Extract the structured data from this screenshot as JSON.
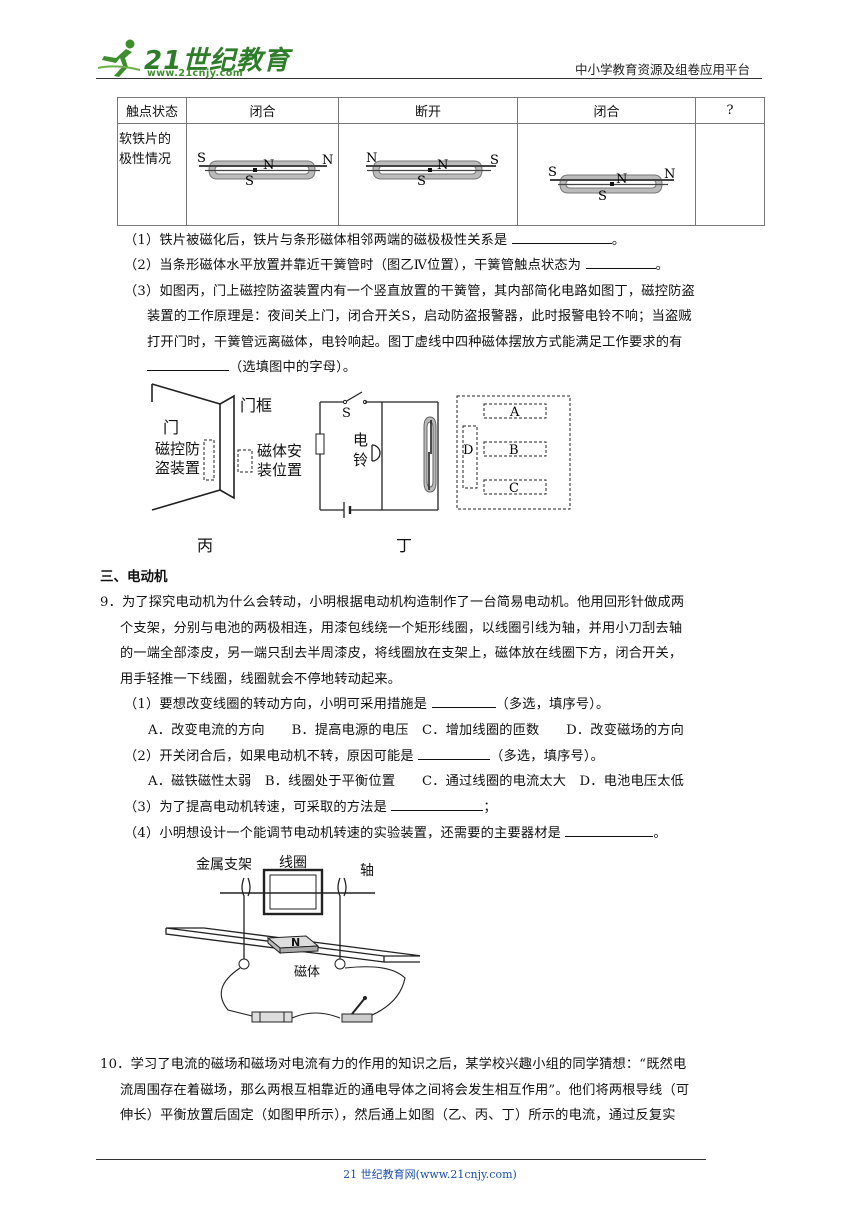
{
  "header": {
    "logo_text": "21世纪教育",
    "logo_url": "www.21cnjy.com",
    "platform": "中小学教育资源及组卷应用平台"
  },
  "table": {
    "row1_label": "触点状态",
    "row1": [
      "闭合",
      "断开",
      "闭合",
      "?"
    ],
    "row2_label_line1": "软铁片的",
    "row2_label_line2": "极性情况",
    "magnets": [
      {
        "left_pole": "S",
        "right_pole": "N",
        "reed_left": "S",
        "reed_right": "N"
      },
      {
        "left_pole": "N",
        "right_pole": "S",
        "reed_left": "S",
        "reed_right": "N"
      },
      {
        "left_pole": "S",
        "right_pole": "N",
        "reed_left": "S",
        "reed_right": "N"
      }
    ]
  },
  "q8": {
    "p1": "（1）铁片被磁化后，铁片与条形磁体相邻两端的磁极极性关系是",
    "p1_end": "。",
    "p2": "（2）当条形磁体水平放置并靠近干簧管时（图乙Ⅳ位置），干簧管触点状态为",
    "p2_end": "。",
    "p3_l1": "（3）如图丙，门上磁控防盗装置内有一个竖直放置的干簧管，其内部简化电路如图丁，磁控防盗",
    "p3_l2": "装置的工作原理是：夜间关上门，闭合开关S，启动防盗报警器，此时报警电铃不响；当盗贼",
    "p3_l3": "打开门时，干簧管远离磁体，电铃响起。图丁虚线中四种磁体摆放方式能满足工作要求的有",
    "p3_l4": "（选填图中的字母）。"
  },
  "fig_bing": {
    "door": "门",
    "frame": "门框",
    "device_l1": "磁控防",
    "device_l2": "盗装置",
    "magnet_l1": "磁体安",
    "magnet_l2": "装位置",
    "caption": "丙"
  },
  "fig_ding": {
    "switch": "S",
    "bell_l1": "电",
    "bell_l2": "铃",
    "caption": "丁",
    "options": [
      "A",
      "B",
      "C",
      "D"
    ]
  },
  "section3": "三、电动机",
  "q9": {
    "stem_l1": "9．为了探究电动机为什么会转动，小明根据电动机构造制作了一台简易电动机。他用回形针做成两",
    "stem_l2": "个支架，分别与电池的两极相连，用漆包线绕一个矩形线圈，以线圈引线为轴，并用小刀刮去轴",
    "stem_l3": "的一端全部漆皮，另一端只刮去半周漆皮，将线圈放在支架上，磁体放在线圈下方，闭合开关，",
    "stem_l4": "用手轻推一下线圈，线圈就会不停地转动起来。",
    "s1": "（1）要想改变线圈的转动方向，小明可采用措施是",
    "s1_end": "（多选，填序号）。",
    "s1_opts": "A．改变电流的方向　　B．提高电源的电压　C．增加线圈的匝数　　D．改变磁场的方向",
    "s2": "（2）开关闭合后，如果电动机不转，原因可能是",
    "s2_end": "（多选，填序号）。",
    "s2_opts": "A．磁铁磁性太弱　B．线圈处于平衡位置　　C．通过线圈的电流太大　D．电池电压太低",
    "s3": "（3）为了提高电动机转速，可采取的方法是",
    "s3_end": "；",
    "s4": "（4）小明想设计一个能调节电动机转速的实验装置，还需要的主要器材是",
    "s4_end": "。"
  },
  "fig_motor": {
    "bracket": "金属支架",
    "coil": "线圈",
    "axle": "轴",
    "magnet": "磁体",
    "pole": "N"
  },
  "q10": {
    "l1": "10．学习了电流的磁场和磁场对电流有力的作用的知识之后，某学校兴趣小组的同学猜想：“既然电",
    "l2": "流周围存在着磁场，那么两根互相靠近的通电导体之间将会发生相互作用”。他们将两根导线（可",
    "l3": "伸长）平衡放置后固定（如图甲所示），然后通上如图（乙、丙、丁）所示的电流，通过反复实"
  },
  "footer": "21 世纪教育网(www.21cnjy.com)"
}
